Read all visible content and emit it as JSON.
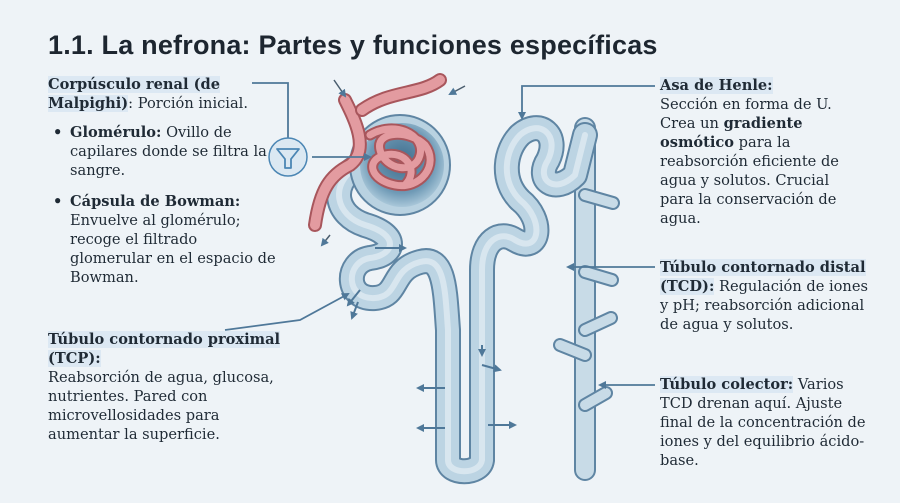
{
  "title": "1.1. La nefrona: Partes y funciones específicas",
  "corpusculo": {
    "heading": "Corpúsculo renal (de Malpighi)",
    "text": ": Porción inicial.",
    "glomerulo": {
      "heading": "Glomérulo:",
      "text": " Ovillo de capilares donde se filtra la sangre."
    },
    "capsula": {
      "heading": "Cápsula de Bowman:",
      "text": " Envuelve al glomérulo; recoge el filtrado glomerular en el espacio de Bowman."
    }
  },
  "tcp": {
    "heading": "Túbulo contornado proximal (TCP):",
    "text": "Reabsorción de agua, glucosa, nutrientes. Pared con microvellosidades para aumentar la superficie."
  },
  "henle": {
    "heading": "Asa de Henle:",
    "text1": "Sección en forma de U. Crea un ",
    "bold": "gradiente osmótico",
    "text2": " para la reabsorción eficiente de agua y solutos. Crucial para la conservación de agua."
  },
  "tcd": {
    "heading": "Túbulo contornado distal (TCD):",
    "text": " Regulación de iones y pH; reabsorción adicional de agua y solutos."
  },
  "colector": {
    "heading": "Túbulo colector:",
    "text": " Varios TCD drenan aquí. Ajuste final de la concentración de iones y del equilibrio ácido-base."
  },
  "colors": {
    "background": "#eef3f7",
    "tubule": "#b9d2e1",
    "tubule_outline": "#5f85a3",
    "vessel": "#d9868b",
    "arrow": "#4f7899",
    "funnel_icon": "#4b86b4"
  }
}
